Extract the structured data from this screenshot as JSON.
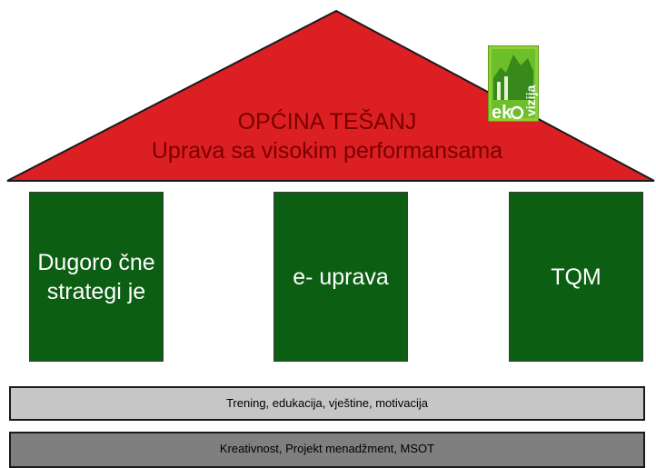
{
  "roof": {
    "title": "OPĆINA TEŠANJ",
    "subtitle": "Uprava sa visokim performansama",
    "fill_color": "#dc1f23"
  },
  "logo": {
    "name": "ekovizija-logo",
    "text": "ekoVizija"
  },
  "pillars": [
    {
      "label": "Dugoro čne strategi je"
    },
    {
      "label": "e- uprava"
    },
    {
      "label": "TQM"
    }
  ],
  "foundation": [
    {
      "label": "Trening, edukacija, vještine, motivacija"
    },
    {
      "label": "Kreativnost, Projekt menadžment, MSOT"
    }
  ]
}
